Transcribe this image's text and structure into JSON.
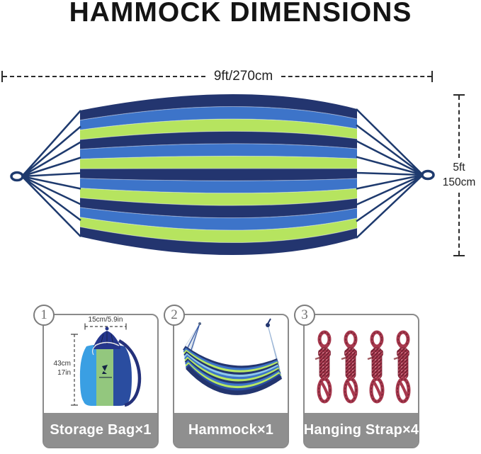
{
  "title": "HAMMOCK DIMENSIONS",
  "diagram": {
    "width_label": "9ft/270cm",
    "height_label": {
      "line1": "5ft",
      "line2": "150cm"
    },
    "colors": {
      "stripe_navy": "#23356f",
      "stripe_blue": "#3d74c9",
      "stripe_green": "#b6e45f",
      "cord": "#1e3a6e"
    }
  },
  "included_items": [
    {
      "number": "1",
      "label": "Storage Bag×1",
      "annotations": {
        "width": "15cm/5.9in",
        "height_line1": "43cm",
        "height_line2": "17in"
      }
    },
    {
      "number": "2",
      "label": "Hammock×1"
    },
    {
      "number": "3",
      "label": "Hanging Strap×4"
    }
  ]
}
